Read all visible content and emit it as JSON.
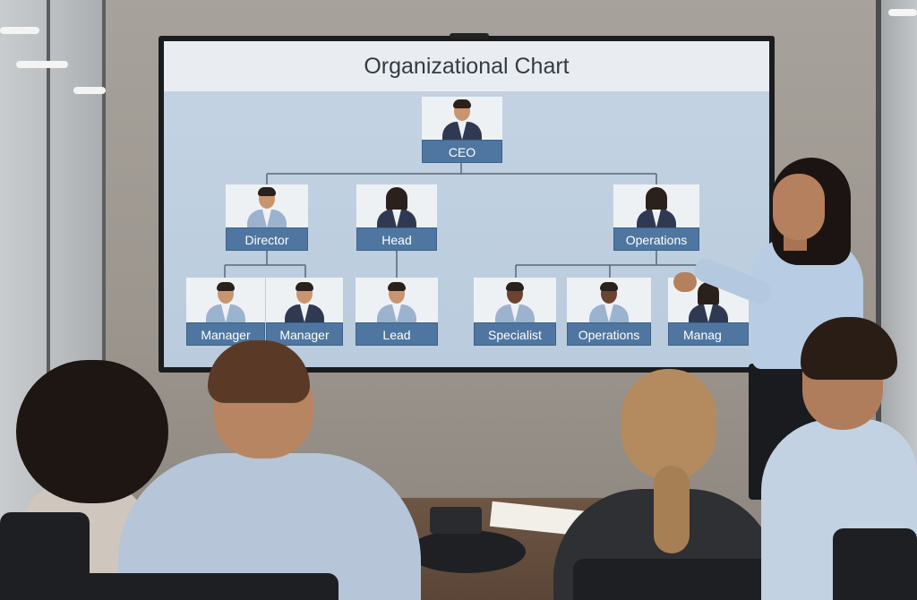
{
  "screen": {
    "title": "Organizational Chart"
  },
  "org_chart": {
    "nodes": [
      {
        "id": "ceo",
        "label": "CEO"
      },
      {
        "id": "director",
        "label": "Director"
      },
      {
        "id": "head",
        "label": "Head"
      },
      {
        "id": "operations-top",
        "label": "Operations"
      },
      {
        "id": "manager-1",
        "label": "Manager"
      },
      {
        "id": "manager-2",
        "label": "Manager"
      },
      {
        "id": "lead",
        "label": "Lead"
      },
      {
        "id": "specialist",
        "label": "Specialist"
      },
      {
        "id": "operations-bottom",
        "label": "Operations"
      },
      {
        "id": "manager-3",
        "label": "Manag"
      }
    ]
  },
  "colors": {
    "label_bg": "#4f76a0",
    "screen_bg": "#c5d4e3",
    "title_bar": "#e9edf1"
  }
}
